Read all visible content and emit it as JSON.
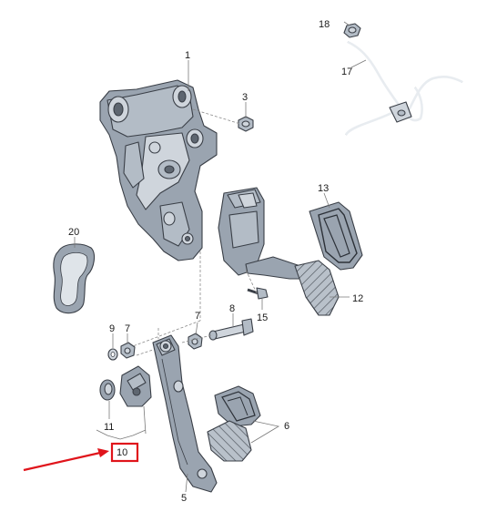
{
  "labels": {
    "p1": "1",
    "p3": "3",
    "p5": "5",
    "p6": "6",
    "p7a": "7",
    "p7b": "7",
    "p8": "8",
    "p9": "9",
    "p10": "10",
    "p11": "11",
    "p12": "12",
    "p13": "13",
    "p15": "15",
    "p17": "17",
    "p18": "18",
    "p20": "20"
  },
  "highlight": {
    "target": "10",
    "box_color": "#e0141b",
    "arrow_color": "#e0141b"
  },
  "colors": {
    "part_fill": "#b3bcc6",
    "part_stroke": "#3a3f47",
    "leader": "#7a7a7a"
  }
}
